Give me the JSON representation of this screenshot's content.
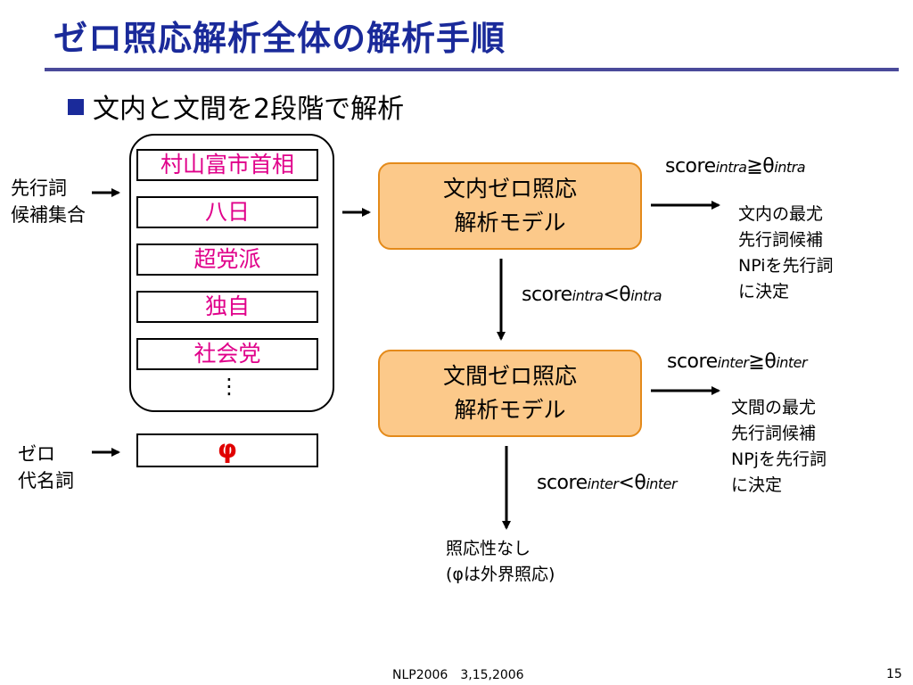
{
  "title": "ゼロ照応解析全体の解析手順",
  "bullet": "文内と文間を2段階で解析",
  "candidates_label": [
    "先行詞",
    "候補集合"
  ],
  "candidates": [
    "村山富市首相",
    "八日",
    "超党派",
    "独自",
    "社会党"
  ],
  "ellipsis": "⋮",
  "zero_pronoun_label": [
    "ゼロ",
    "代名詞"
  ],
  "zero_pronoun_symbol": "φ",
  "model_intra": [
    "文内ゼロ照応",
    "解析モデル"
  ],
  "model_inter": [
    "文間ゼロ照応",
    "解析モデル"
  ],
  "score_intra_ge": {
    "a": "score",
    "b": "intra",
    "c": "≧θ",
    "d": "intra"
  },
  "score_intra_lt": {
    "a": "score",
    "b": "intra",
    "c": "<θ",
    "d": "intra"
  },
  "score_inter_ge": {
    "a": "score",
    "b": "inter",
    "c": "≧θ",
    "d": "inter"
  },
  "score_inter_lt": {
    "a": "score",
    "b": "inter",
    "c": "<θ",
    "d": "inter"
  },
  "result_intra": [
    "文内の最尤",
    "先行詞候補",
    "NPiを先行詞",
    "に決定"
  ],
  "result_inter": [
    "文間の最尤",
    "先行詞候補",
    "NPjを先行詞",
    "に決定"
  ],
  "result_none": [
    "照応性なし",
    "(φは外界照応)"
  ],
  "footer_center": "NLP2006　3,15,2006",
  "footer_page": "15"
}
